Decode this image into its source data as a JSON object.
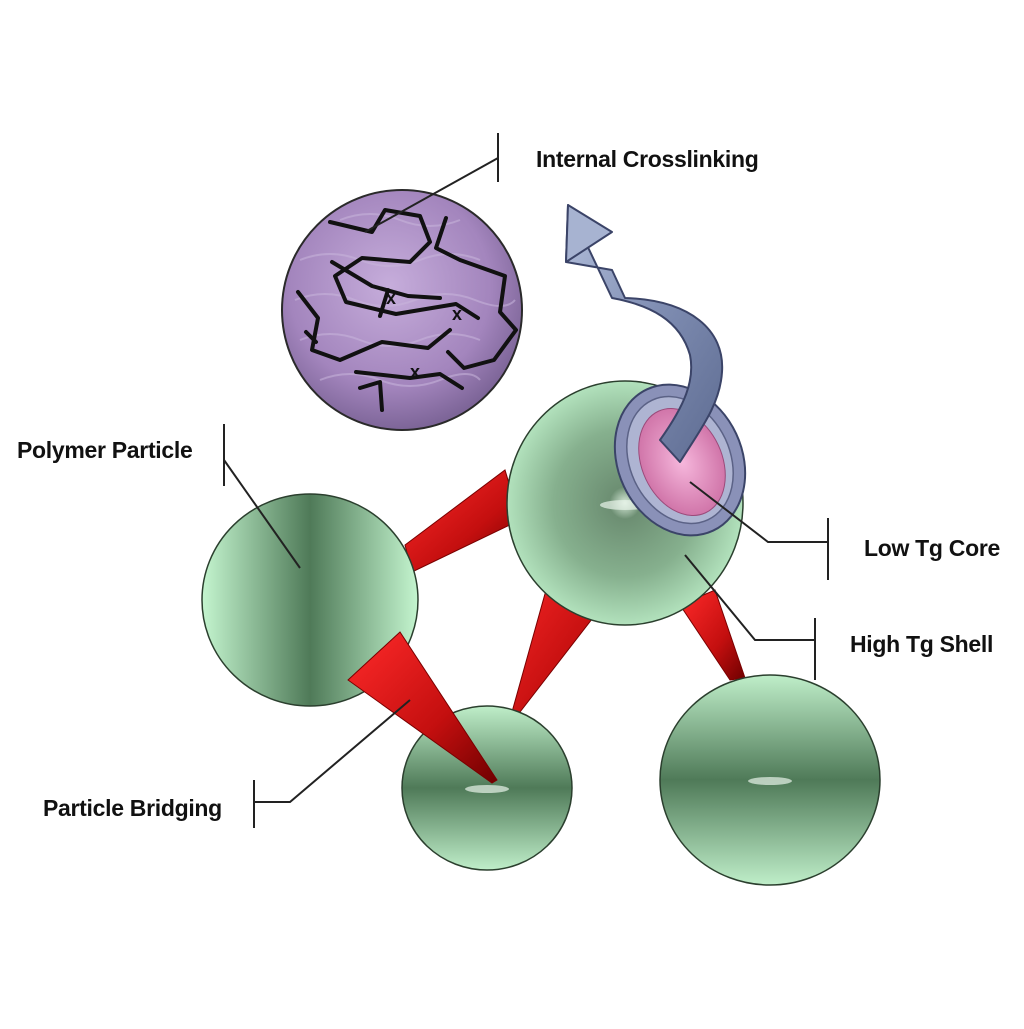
{
  "diagram": {
    "labels": {
      "internal_crosslinking": "Internal Crosslinking",
      "polymer_particle": "Polymer Particle",
      "low_tg_core": "Low Tg Core",
      "high_tg_shell": "High Tg Shell",
      "particle_bridging": "Particle Bridging"
    },
    "crosslink_marks": [
      "x",
      "x",
      "x"
    ],
    "colors": {
      "particle": "#b9f0c6",
      "particle_shade": "#4f7a58",
      "bridge": "#d41414",
      "bridge_dark": "#7a0000",
      "core": "#e48fc0",
      "shell_ring": "#8a91b8",
      "arrow": "#8f9ec0",
      "crosslink_sphere": "#a88dc0",
      "leader_line": "#222222"
    }
  }
}
